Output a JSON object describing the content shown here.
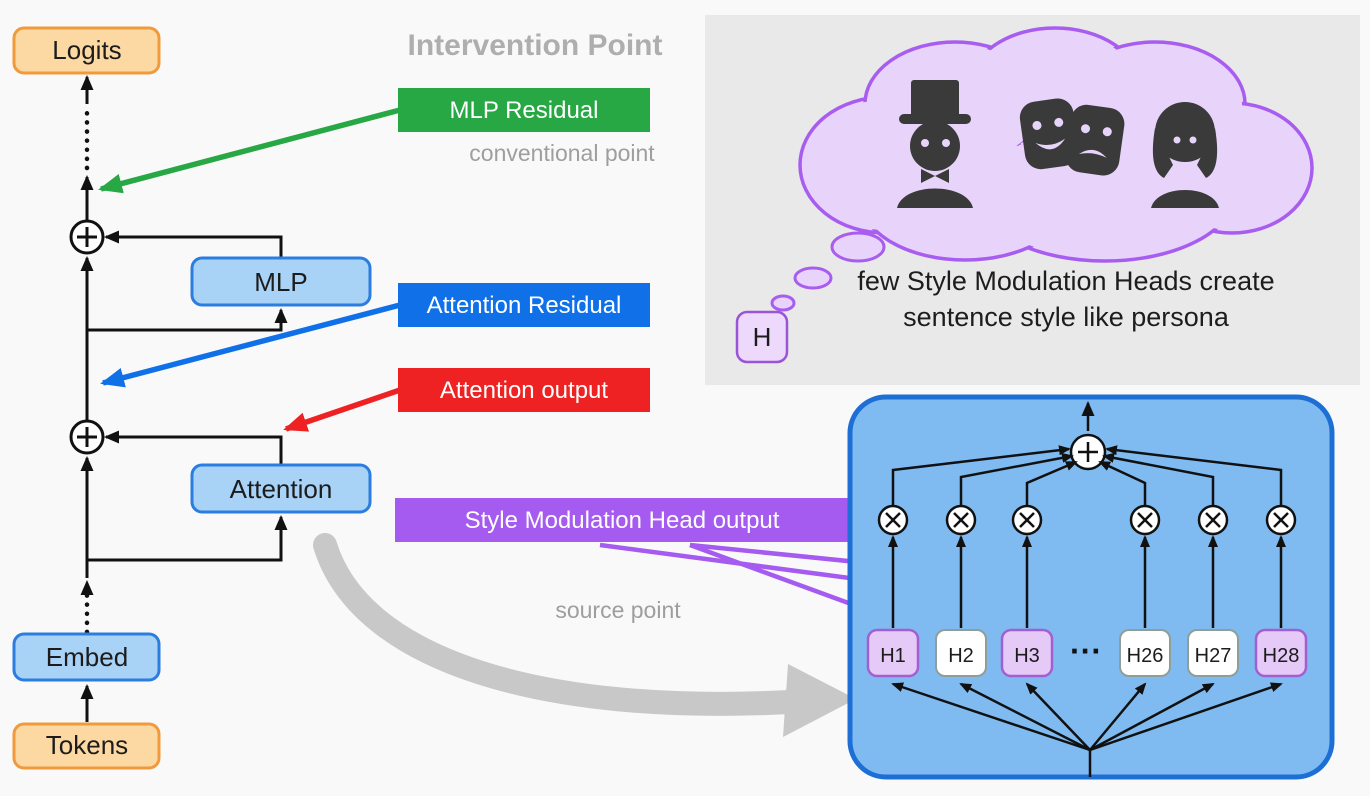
{
  "header": {
    "title": "Intervention Point"
  },
  "model": {
    "logits": "Logits",
    "mlp": "MLP",
    "attention": "Attention",
    "embed": "Embed",
    "tokens": "Tokens"
  },
  "annotations": {
    "mlp_residual": "MLP Residual",
    "conventional_point": "conventional point",
    "attention_residual": "Attention Residual",
    "attention_output": "Attention output",
    "style_head_output": "Style Modulation Head output",
    "source_point": "source point"
  },
  "thought_bubble": {
    "h_box": "H",
    "caption_line1": "few Style Modulation Heads create",
    "caption_line2": "sentence style like persona"
  },
  "head_panel": {
    "heads": [
      {
        "label": "H1",
        "highlighted": true
      },
      {
        "label": "H2",
        "highlighted": false
      },
      {
        "label": "H3",
        "highlighted": true
      },
      {
        "label": "H26",
        "highlighted": false
      },
      {
        "label": "H27",
        "highlighted": false
      },
      {
        "label": "H28",
        "highlighted": true
      }
    ],
    "ellipsis": "···"
  },
  "colors": {
    "green": "#27a844",
    "blue": "#1070e8",
    "red": "#ee2222",
    "purple": "#a55af0",
    "orange_fill": "#fcd8a2",
    "orange_border": "#f09a3c",
    "block_blue_fill": "#a8d2f6",
    "block_blue_border": "#2b7de0",
    "panel_blue_fill": "#7fbbf0",
    "panel_blue_border": "#1d6fd6",
    "panel_gray": "#e9e9e9",
    "cloud_fill": "#e8d4fa",
    "cloud_border": "#a85df0",
    "head_purple_fill": "#e5c9f7",
    "head_purple_border": "#a35fd0"
  }
}
